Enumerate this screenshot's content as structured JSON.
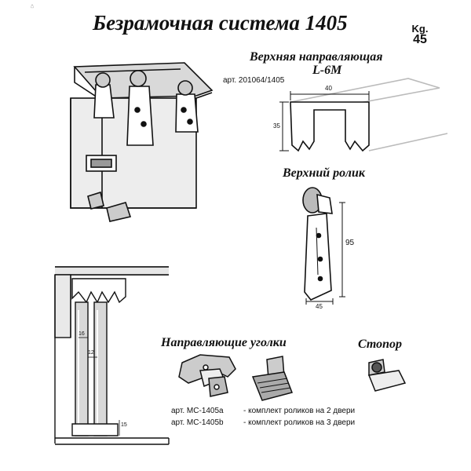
{
  "title": "Безрамочная система 1405",
  "weight": {
    "unit": "Kg.",
    "value": "45"
  },
  "rail": {
    "label": "Верхняя направляющая",
    "model": "L-6M",
    "article": "арт. 201064/1405",
    "dim_width": "40",
    "dim_height": "35"
  },
  "roller": {
    "label": "Верхний ролик",
    "dim_height": "95",
    "dim_width": "45"
  },
  "corners": {
    "label": "Направляющие уголки"
  },
  "stopper": {
    "label": "Стопор"
  },
  "section": {
    "dim_a": "16",
    "dim_b": "12",
    "dim_c": "15"
  },
  "articles": [
    {
      "code": "арт. МС-1405а",
      "desc": "-  комплект роликов на 2 двери"
    },
    {
      "code": "арт. МС-1405b",
      "desc": "-  комплект роликов на 3 двери"
    }
  ]
}
